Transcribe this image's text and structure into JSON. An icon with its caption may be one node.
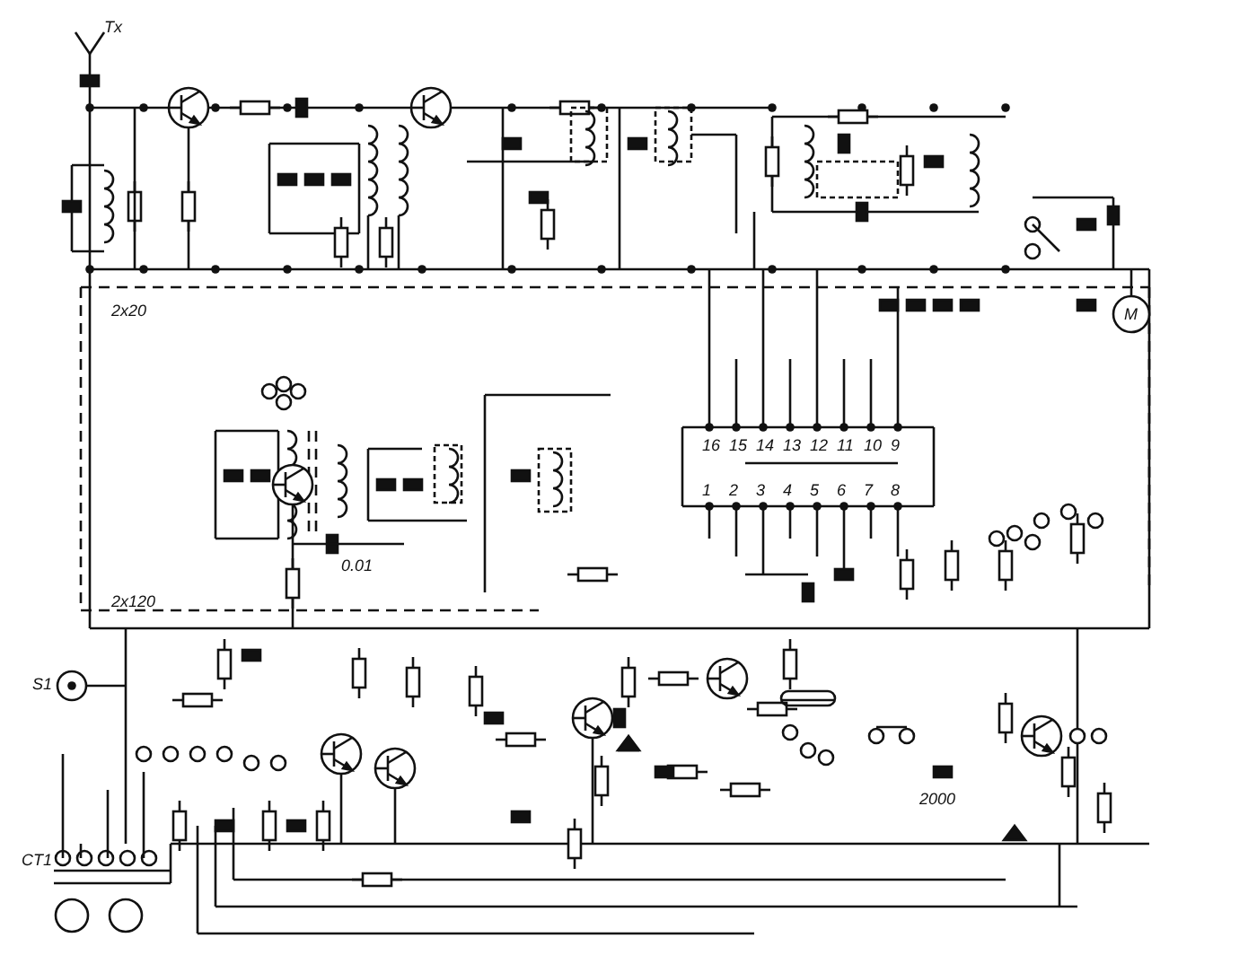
{
  "diagram": {
    "labels": [
      "Tx",
      "2x20",
      "M",
      "16",
      "15",
      "14",
      "13",
      "12",
      "11",
      "10",
      "9",
      "1",
      "2",
      "3",
      "4",
      "5",
      "6",
      "7",
      "8",
      "2x120",
      "0.01",
      "S1",
      "2000",
      "CT1"
    ]
  }
}
